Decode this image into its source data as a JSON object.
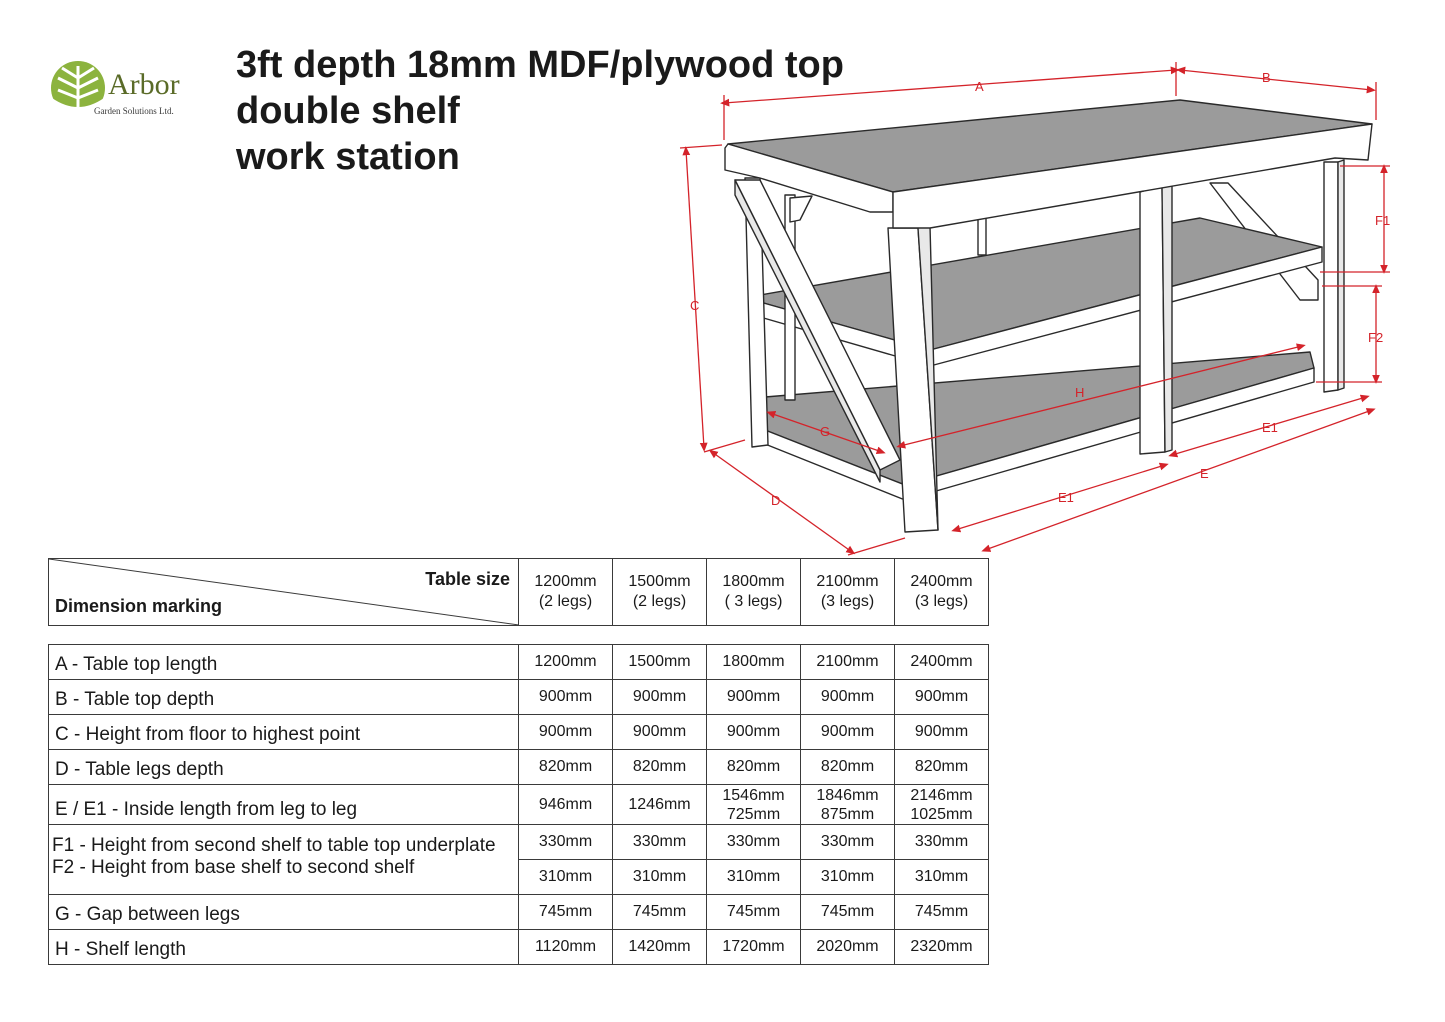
{
  "logo": {
    "name": "Arbor",
    "subtitle": "Garden Solutions Ltd."
  },
  "title": {
    "line1": "3ft depth 18mm MDF/plywood top",
    "line2": "double shelf",
    "line3": "work station"
  },
  "diagram_labels": {
    "a": "A",
    "b": "B",
    "c": "C",
    "d": "D",
    "e": "E",
    "e1": "E1",
    "f1": "F1",
    "f2": "F2",
    "g": "G",
    "h": "H"
  },
  "table": {
    "header_size_label": "Table size",
    "header_dim_label": "Dimension marking",
    "sizes": [
      {
        "size": "1200mm",
        "legs": "(2 legs)"
      },
      {
        "size": "1500mm",
        "legs": "(2 legs)"
      },
      {
        "size": "1800mm",
        "legs": "( 3 legs)"
      },
      {
        "size": "2100mm",
        "legs": "(3 legs)"
      },
      {
        "size": "2400mm",
        "legs": "(3 legs)"
      }
    ],
    "rows": [
      {
        "label": "A - Table top length",
        "values": [
          "1200mm",
          "1500mm",
          "1800mm",
          "2100mm",
          "2400mm"
        ]
      },
      {
        "label": "B - Table top depth",
        "values": [
          "900mm",
          "900mm",
          "900mm",
          "900mm",
          "900mm"
        ]
      },
      {
        "label": "C - Height from floor to highest point",
        "values": [
          "900mm",
          "900mm",
          "900mm",
          "900mm",
          "900mm"
        ]
      },
      {
        "label": "D - Table legs depth",
        "values": [
          "820mm",
          "820mm",
          "820mm",
          "820mm",
          "820mm"
        ]
      },
      {
        "label": "E / E1 - Inside length from leg to leg",
        "values": [
          [
            "946mm"
          ],
          [
            "1246mm"
          ],
          [
            "1546mm",
            "725mm"
          ],
          [
            "1846mm",
            "875mm"
          ],
          [
            "2146mm",
            "1025mm"
          ]
        ]
      },
      {
        "label": "F1 - Height from second shelf to table top underplate",
        "label2": "F2 - Height from base shelf to second shelf",
        "values": [
          "330mm",
          "330mm",
          "330mm",
          "330mm",
          "330mm"
        ],
        "values2": [
          "310mm",
          "310mm",
          "310mm",
          "310mm",
          "310mm"
        ]
      },
      {
        "label": "G - Gap between legs",
        "values": [
          "745mm",
          "745mm",
          "745mm",
          "745mm",
          "745mm"
        ]
      },
      {
        "label": "H - Shelf length",
        "values": [
          "1120mm",
          "1420mm",
          "1720mm",
          "2020mm",
          "2320mm"
        ]
      }
    ]
  },
  "colors": {
    "dimension_red": "#d4232a",
    "shelf_grey": "#9b9b9b",
    "frame_white": "#ffffff",
    "leaf_green": "#8cb33e"
  }
}
